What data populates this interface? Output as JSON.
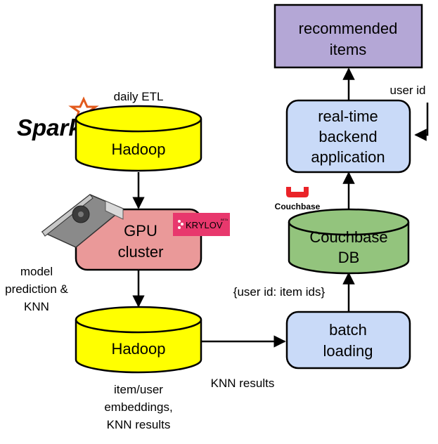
{
  "nodes": {
    "recommended": {
      "lines": [
        "recommended",
        "items"
      ],
      "fill": "#b4a7d6"
    },
    "backend": {
      "lines": [
        "real-time",
        "backend",
        "application"
      ],
      "fill": "#c9daf8"
    },
    "couchbase_db": {
      "lines": [
        "Couchbase",
        "DB"
      ],
      "fill": "#93c47d"
    },
    "batch_loading": {
      "lines": [
        "batch",
        "loading"
      ],
      "fill": "#c9daf8"
    },
    "hadoop_top": {
      "label": "Hadoop",
      "fill": "#ffff00"
    },
    "gpu_cluster": {
      "lines": [
        "GPU",
        "cluster"
      ],
      "fill": "#ea9999"
    },
    "hadoop_bottom": {
      "label": "Hadoop",
      "fill": "#ffff00"
    }
  },
  "labels": {
    "daily_etl": "daily ETL",
    "user_id": "user id",
    "model_prediction": [
      "model",
      "prediction &",
      "KNN"
    ],
    "user_item_ids": "{user id: item ids}",
    "knn_results_edge": "KNN results",
    "embeddings": [
      "item/user",
      "embeddings,",
      "KNN results"
    ]
  },
  "logos": {
    "spark": "Spark",
    "couchbase": "Couchbase",
    "krylov": "KRYLOV",
    "krylov_beta": "BETA",
    "krylov_color": "#e8386d",
    "spark_star_color": "#e25a1c",
    "couchbase_color": "#ea2328"
  }
}
